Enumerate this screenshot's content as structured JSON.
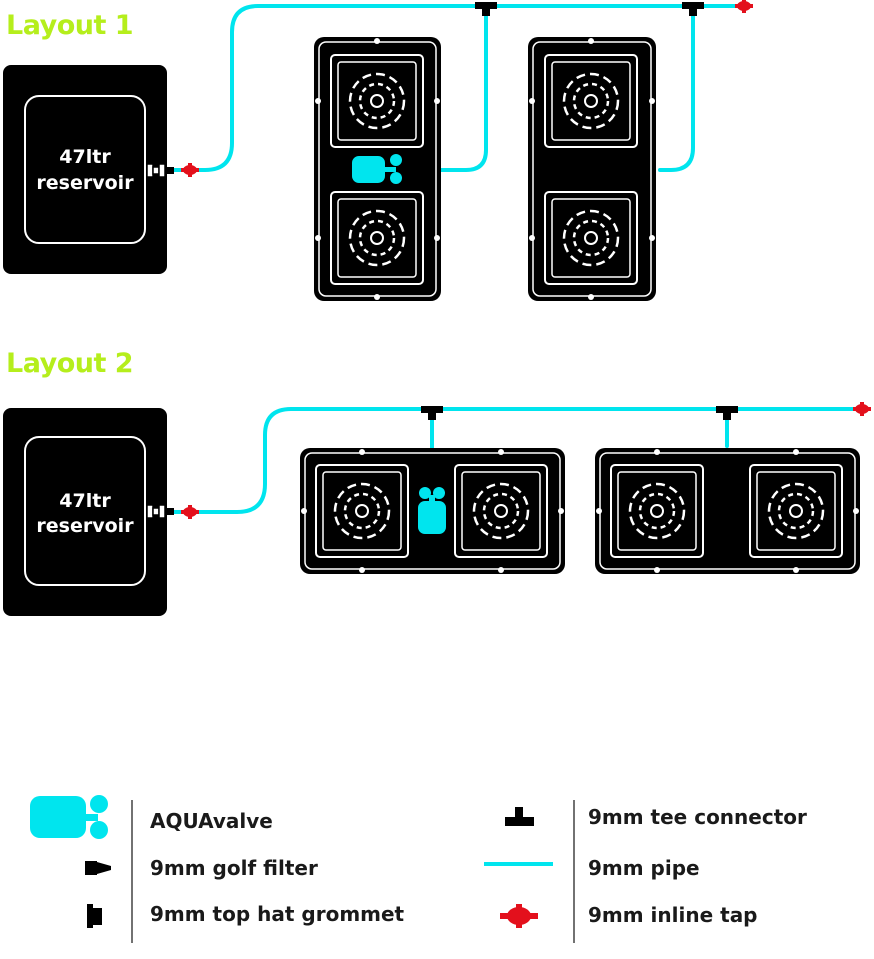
{
  "layout1": {
    "title": "Layout 1",
    "reservoir": {
      "line1": "47ltr",
      "line2": "reservoir"
    }
  },
  "layout2": {
    "title": "Layout 2",
    "reservoir": {
      "line1": "47ltr",
      "line2": "reservoir"
    }
  },
  "colors": {
    "pipe": "#00e5ee",
    "tray": "#000000",
    "tap": "#e3101c",
    "title": "#b5ee1c"
  },
  "legend": [
    {
      "icon": "aquavalve-icon",
      "label": "AQUAvalve"
    },
    {
      "icon": "golf-filter-icon",
      "label": "9mm golf filter"
    },
    {
      "icon": "top-hat-grommet-icon",
      "label": "9mm top hat grommet"
    },
    {
      "icon": "tee-connector-icon",
      "label": "9mm tee connector"
    },
    {
      "icon": "pipe-icon",
      "label": "9mm pipe"
    },
    {
      "icon": "inline-tap-icon",
      "label": "9mm inline tap"
    }
  ]
}
